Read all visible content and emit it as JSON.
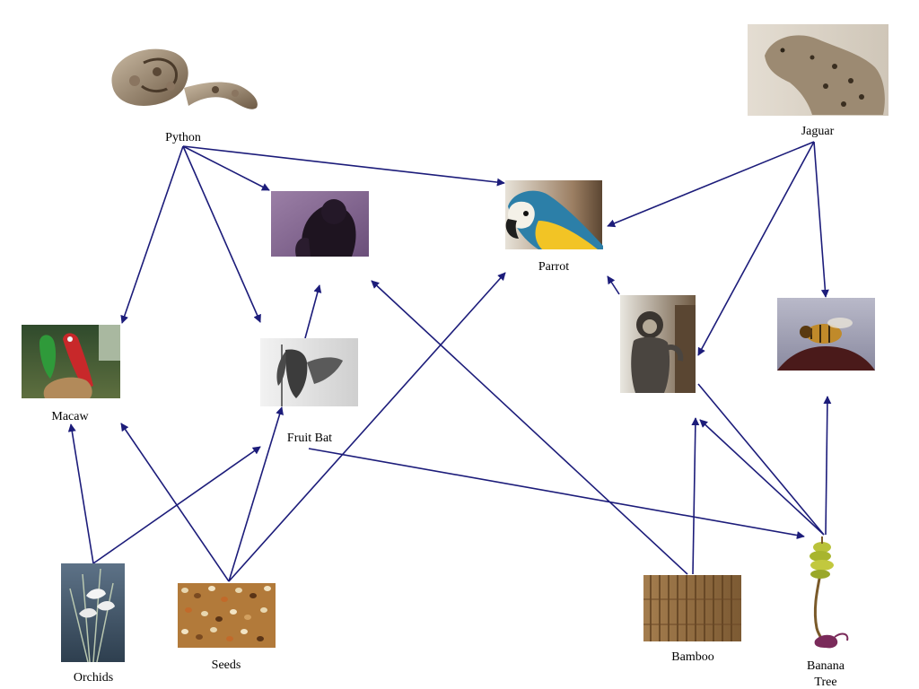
{
  "diagram": {
    "colors": {
      "arrow": "#1c1c7a",
      "background": "#ffffff"
    },
    "nodes": {
      "python": {
        "label": "Python",
        "icon": "python-snake-picture"
      },
      "jaguar": {
        "label": "Jaguar",
        "icon": "jaguar-picture"
      },
      "parrot": {
        "label": "Parrot",
        "icon": "parrot-picture"
      },
      "chimp": {
        "label": "",
        "icon": "chimpanzee-picture"
      },
      "macaw": {
        "label": "Macaw",
        "icon": "macaw-picture"
      },
      "fruitbat": {
        "label": "Fruit Bat",
        "icon": "fruit-bat-picture"
      },
      "gibbon": {
        "label": "",
        "icon": "gibbon-picture"
      },
      "bee": {
        "label": "",
        "icon": "bee-on-flower-picture"
      },
      "orchids": {
        "label": "Orchids",
        "icon": "orchid-picture"
      },
      "seeds": {
        "label": "Seeds",
        "icon": "seeds-picture"
      },
      "bamboo": {
        "label": "Bamboo",
        "icon": "bamboo-picture"
      },
      "banana": {
        "label_line1": "Banana",
        "label_line2": "Tree",
        "icon": "banana-tree-picture"
      }
    },
    "edges": [
      {
        "from": "Python",
        "to": "Chimpanzee"
      },
      {
        "from": "Python",
        "to": "Parrot"
      },
      {
        "from": "Python",
        "to": "Macaw"
      },
      {
        "from": "Python",
        "to": "Fruit Bat"
      },
      {
        "from": "Jaguar",
        "to": "Parrot"
      },
      {
        "from": "Jaguar",
        "to": "Gibbon"
      },
      {
        "from": "Jaguar",
        "to": "Bee"
      },
      {
        "from": "Gibbon",
        "to": "Parrot"
      },
      {
        "from": "Fruit Bat",
        "to": "Chimpanzee"
      },
      {
        "from": "Fruit Bat",
        "to": "Banana Tree"
      },
      {
        "from": "Orchids",
        "to": "Macaw"
      },
      {
        "from": "Orchids",
        "to": "Fruit Bat"
      },
      {
        "from": "Seeds",
        "to": "Macaw"
      },
      {
        "from": "Seeds",
        "to": "Fruit Bat"
      },
      {
        "from": "Seeds",
        "to": "Parrot"
      },
      {
        "from": "Bamboo",
        "to": "Chimpanzee"
      },
      {
        "from": "Bamboo",
        "to": "Gibbon"
      },
      {
        "from": "Banana Tree",
        "to": "Gibbon"
      },
      {
        "from": "Banana Tree",
        "to": "Bee"
      }
    ]
  }
}
